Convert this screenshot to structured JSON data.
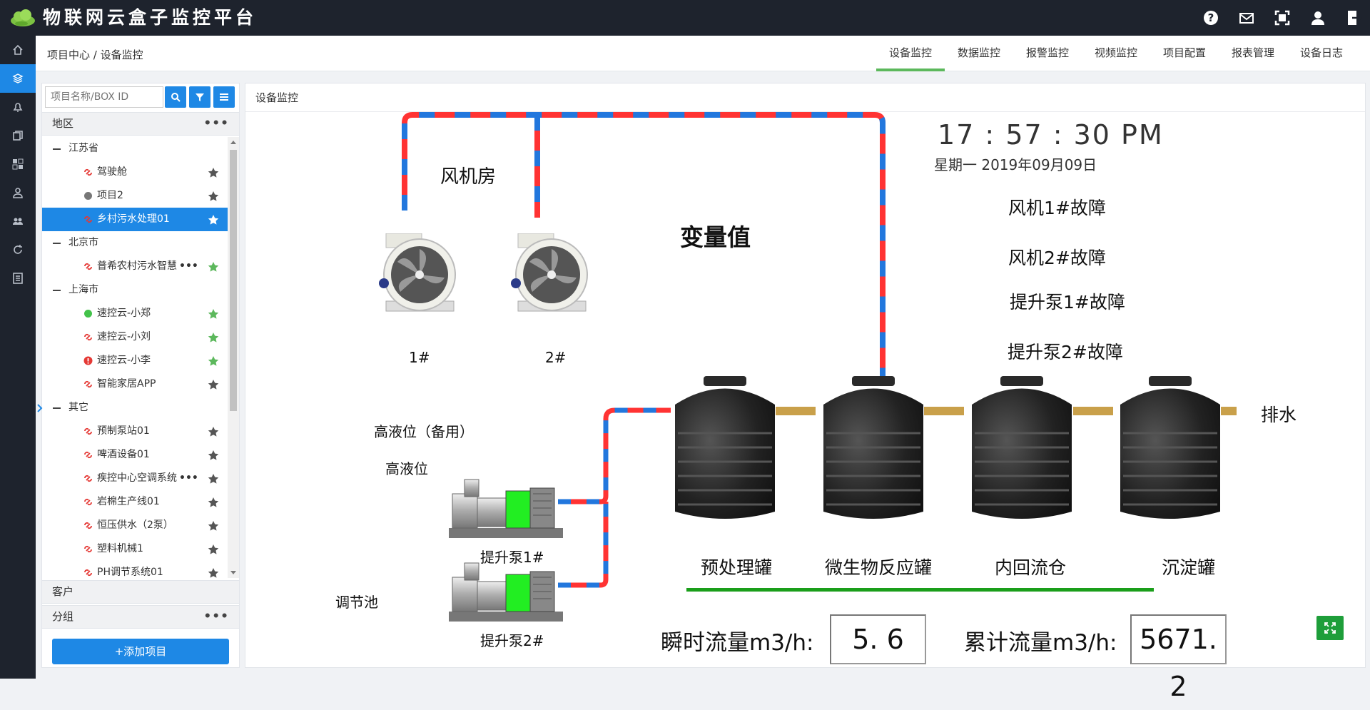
{
  "app": {
    "title": "物联网云盒子监控平台"
  },
  "breadcrumb": "项目中心 / 设备监控",
  "tabs": [
    "设备监控",
    "数据监控",
    "报警监控",
    "视频监控",
    "项目配置",
    "报表管理",
    "设备日志"
  ],
  "sidebar": {
    "search_placeholder": "项目名称/BOX ID",
    "region_header": "地区",
    "tree": [
      {
        "label": "江苏省",
        "kind": "group"
      },
      {
        "label": "驾驶舱",
        "kind": "item",
        "status": "offline",
        "star": "gray"
      },
      {
        "label": "项目2",
        "kind": "item",
        "status": "idle",
        "star": "gray"
      },
      {
        "label": "乡村污水处理01",
        "kind": "item",
        "status": "offline",
        "star": "white",
        "selected": true
      },
      {
        "label": "北京市",
        "kind": "group"
      },
      {
        "label": "普希农村污水智慧",
        "kind": "item",
        "status": "offline",
        "star": "green",
        "more": "•••"
      },
      {
        "label": "上海市",
        "kind": "group"
      },
      {
        "label": "速控云-小郑",
        "kind": "item",
        "status": "online",
        "star": "green"
      },
      {
        "label": "速控云-小刘",
        "kind": "item",
        "status": "offline",
        "star": "green"
      },
      {
        "label": "速控云-小李",
        "kind": "item",
        "status": "alarm",
        "star": "green"
      },
      {
        "label": "智能家居APP",
        "kind": "item",
        "status": "offline",
        "star": "gray"
      },
      {
        "label": "其它",
        "kind": "group"
      },
      {
        "label": "预制泵站01",
        "kind": "item",
        "status": "offline",
        "star": "gray"
      },
      {
        "label": "啤酒设备01",
        "kind": "item",
        "status": "offline",
        "star": "gray"
      },
      {
        "label": "疾控中心空调系统",
        "kind": "item",
        "status": "offline",
        "star": "gray",
        "more": "•••"
      },
      {
        "label": "岩棉生产线01",
        "kind": "item",
        "status": "offline",
        "star": "gray"
      },
      {
        "label": "恒压供水（2泵）",
        "kind": "item",
        "status": "offline",
        "star": "gray"
      },
      {
        "label": "塑料机械1",
        "kind": "item",
        "status": "offline",
        "star": "gray"
      },
      {
        "label": "PH调节系统01",
        "kind": "item",
        "status": "offline",
        "star": "gray"
      }
    ],
    "customer_header": "客户",
    "group_header": "分组",
    "add_button": "+添加项目"
  },
  "main": {
    "header": "设备监控",
    "fan_room": "风机房",
    "fan1_label": "1#",
    "fan2_label": "2#",
    "variable_title": "变量值",
    "time": "17 : 57 : 30  PM",
    "date": "星期一  2019年09月09日",
    "alarms": [
      "风机1#故障",
      "风机2#故障",
      "提升泵1#故障",
      "提升泵2#故障"
    ],
    "high_level_backup": "高液位（备用）",
    "high_level": "高液位",
    "pump1": "提升泵1#",
    "pump2": "提升泵2#",
    "reg_tank": "调节池",
    "tanks": [
      "预处理罐",
      "微生物反应罐",
      "内回流仓",
      "沉淀罐"
    ],
    "drain": "排水",
    "flow_inst_label": "瞬时流量m3/h:",
    "flow_inst_value": "5. 6",
    "flow_total_label": "累计流量m3/h:",
    "flow_total_value": "5671. 2"
  },
  "colors": {
    "accent": "#1e88e5",
    "topbar": "#1e232d",
    "pump_level": "#22ee22",
    "base_line": "#1a9e1a",
    "pipe_red": "#ff3333",
    "pipe_blue": "#2277dd",
    "fullscreen_btn": "#1e9e3a"
  }
}
